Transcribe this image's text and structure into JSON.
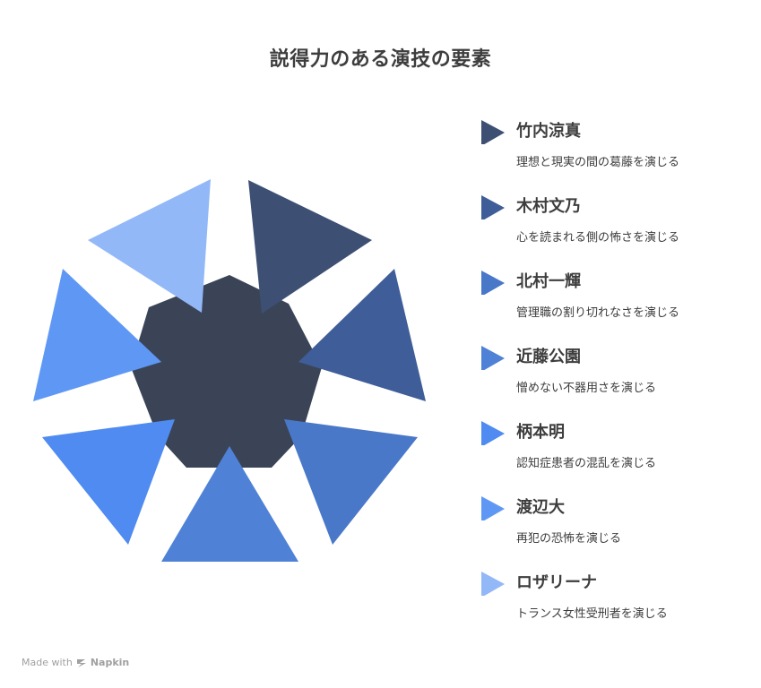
{
  "title": "説得力のある演技の要素",
  "colors": {
    "center": "#3a4456",
    "text": "#3d3d3d",
    "footer": "#a0a0a0"
  },
  "items": [
    {
      "name": "竹内涼真",
      "desc": "理想と現実の間の葛藤を演じる",
      "color": "#3d4f73"
    },
    {
      "name": "木村文乃",
      "desc": "心を読まれる側の怖さを演じる",
      "color": "#3f5d98"
    },
    {
      "name": "北村一輝",
      "desc": "管理職の割り切れなさを演じる",
      "color": "#4978c9"
    },
    {
      "name": "近藤公園",
      "desc": "憎めない不器用さを演じる",
      "color": "#4f82d6"
    },
    {
      "name": "柄本明",
      "desc": "認知症患者の混乱を演じる",
      "color": "#4f8bf0"
    },
    {
      "name": "渡辺大",
      "desc": "再犯の恐怖を演じる",
      "color": "#5f98f4"
    },
    {
      "name": "ロザリーナ",
      "desc": "トランス女性受刑者を演じる",
      "color": "#93b8f7"
    }
  ],
  "footer": {
    "made_with": "Made with",
    "brand": "Napkin"
  }
}
